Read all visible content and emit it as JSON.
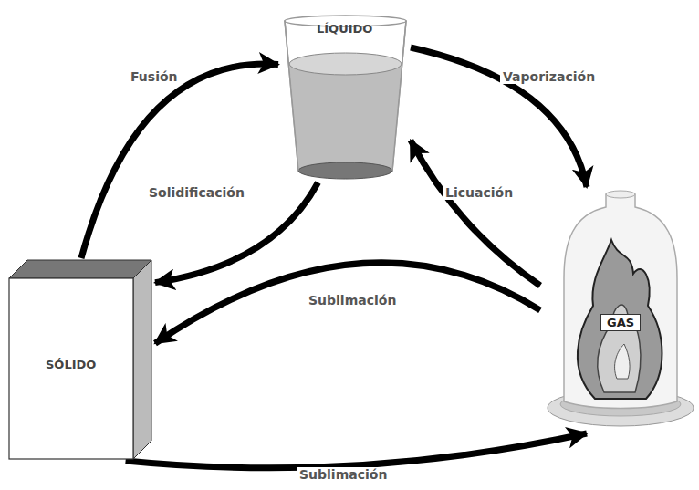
{
  "diagram": {
    "nodes": [
      {
        "text": [
          "LÍQUIDO"
        ]
      },
      {
        "text": [
          "SÓLIDO"
        ]
      },
      {
        "text": [
          "GAS"
        ]
      }
    ],
    "edges": [
      {
        "from": 1,
        "to": 0,
        "arrow": "to",
        "label": "Fusión"
      },
      {
        "from": 0,
        "to": 2,
        "arrow": "to",
        "label": "Vaporización"
      },
      {
        "from": 0,
        "to": 1,
        "arrow": "to",
        "label": "Solidificación"
      },
      {
        "from": 2,
        "to": 0,
        "arrow": "to",
        "label": "Licuación"
      },
      {
        "from": 2,
        "to": 1,
        "arrow": "to",
        "label": "Sublimación"
      },
      {
        "from": 1,
        "to": 2,
        "arrow": "to",
        "label": "Sublimación"
      }
    ]
  }
}
